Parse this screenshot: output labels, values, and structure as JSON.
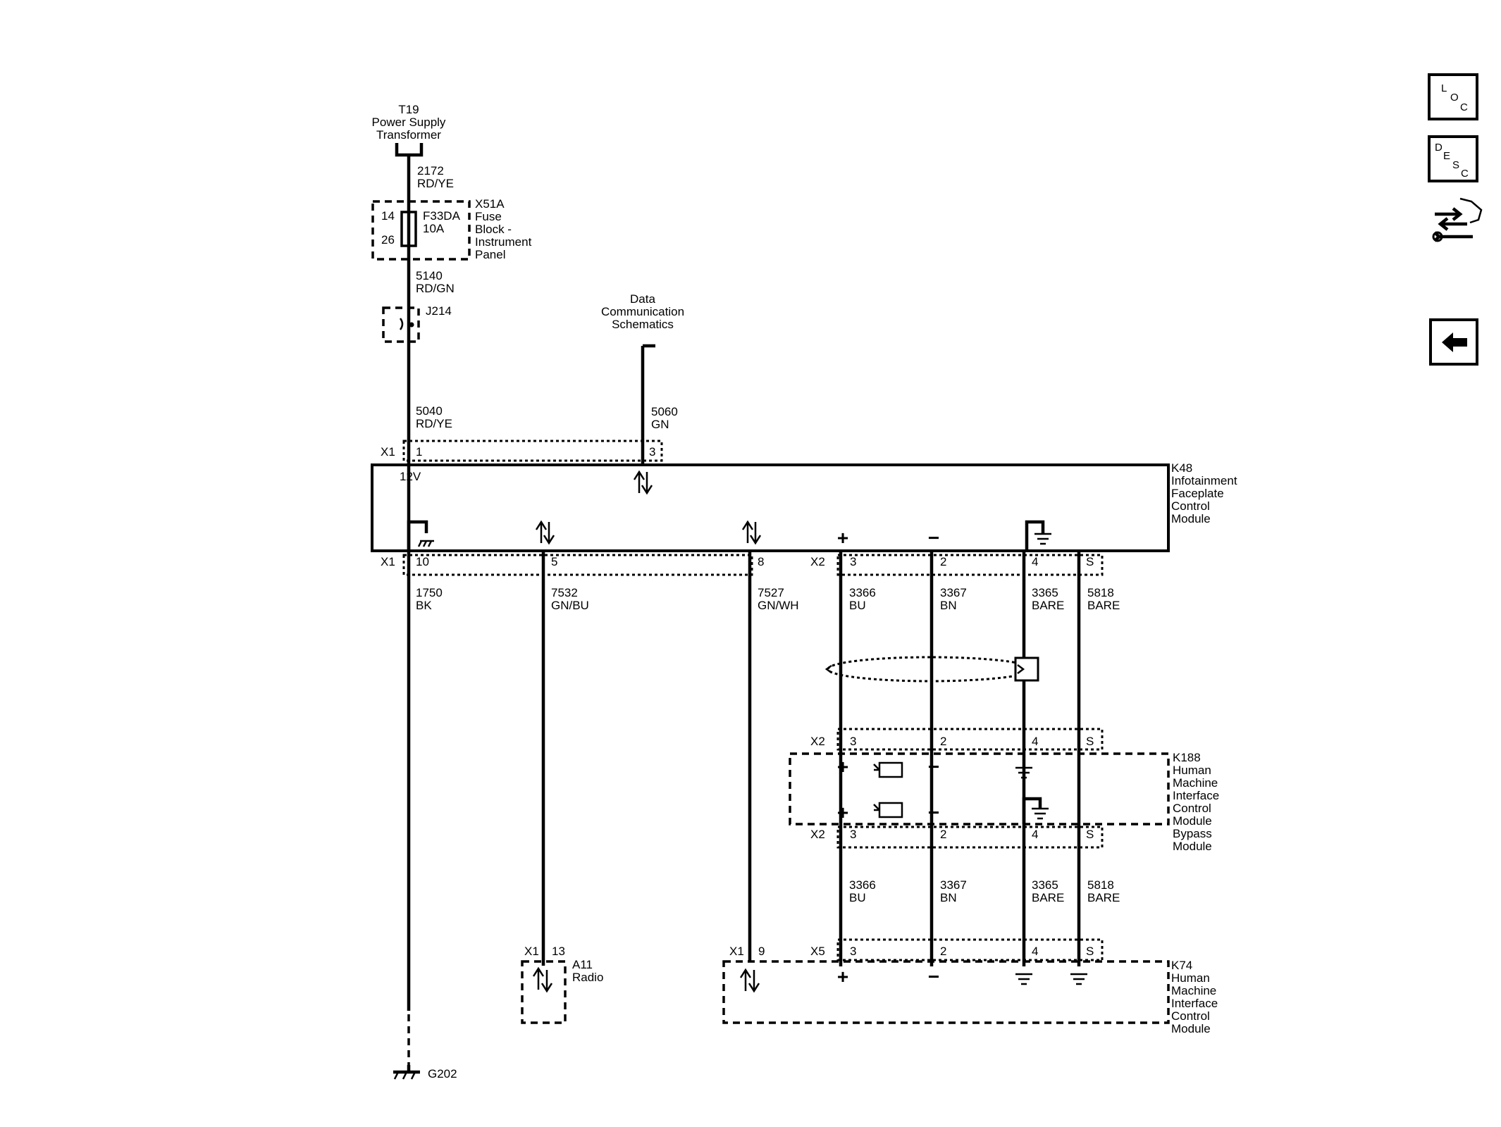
{
  "top_source": {
    "title_lines": [
      "T19",
      "Power Supply",
      "Transformer"
    ]
  },
  "top_wire": {
    "circuit": "2172",
    "color": "RD/YE"
  },
  "fuse_block": {
    "pin_in": "14",
    "pin_out": "26",
    "fuse": "F33DA",
    "rating": "10A",
    "name_lines": [
      "X51A",
      "Fuse",
      "Block -",
      "Instrument",
      "Panel"
    ]
  },
  "wire_5140": {
    "circuit": "5140",
    "color": "RD/GN"
  },
  "splice": {
    "label": "J214"
  },
  "wire_5040": {
    "circuit": "5040",
    "color": "RD/YE"
  },
  "data_ref": {
    "lines": [
      "Data",
      "Communication",
      "Schematics"
    ]
  },
  "wire_5060": {
    "circuit": "5060",
    "color": "GN"
  },
  "k48": {
    "top_connector": "X1",
    "top_pins": [
      "1",
      "3"
    ],
    "voltage": "12V",
    "bottom_connector_a": "X1",
    "bottom_pins_a": [
      "10",
      "5",
      "8"
    ],
    "bottom_connector_b": "X2",
    "bottom_pins_b": [
      "3",
      "2",
      "4",
      "S"
    ],
    "plus": "+",
    "minus": "−",
    "name_lines": [
      "K48",
      "Infotainment",
      "Faceplate",
      "Control",
      "Module"
    ]
  },
  "wires_mid": [
    {
      "circuit": "1750",
      "color": "BK"
    },
    {
      "circuit": "7532",
      "color": "GN/BU"
    },
    {
      "circuit": "7527",
      "color": "GN/WH"
    },
    {
      "circuit": "3366",
      "color": "BU"
    },
    {
      "circuit": "3367",
      "color": "BN"
    },
    {
      "circuit": "3365",
      "color": "BARE"
    },
    {
      "circuit": "5818",
      "color": "BARE"
    }
  ],
  "k188": {
    "connector_top": "X2",
    "pins_top": [
      "3",
      "2",
      "4",
      "S"
    ],
    "connector_bottom": "X2",
    "pins_bottom": [
      "3",
      "2",
      "4",
      "S"
    ],
    "plus": "+",
    "minus": "−",
    "name_lines": [
      "K188",
      "Human",
      "Machine",
      "Interface",
      "Control",
      "Module",
      "Bypass",
      "Module"
    ]
  },
  "wires_low": [
    {
      "circuit": "3366",
      "color": "BU"
    },
    {
      "circuit": "3367",
      "color": "BN"
    },
    {
      "circuit": "3365",
      "color": "BARE"
    },
    {
      "circuit": "5818",
      "color": "BARE"
    }
  ],
  "a11": {
    "connector": "X1",
    "pin": "13",
    "name_lines": [
      "A11",
      "Radio"
    ]
  },
  "k74": {
    "connector_a": "X1",
    "pin_a": "9",
    "connector_b": "X5",
    "pins_b": [
      "3",
      "2",
      "4",
      "S"
    ],
    "plus": "+",
    "minus": "−",
    "name_lines": [
      "K74",
      "Human",
      "Machine",
      "Interface",
      "Control",
      "Module"
    ]
  },
  "ground": {
    "label": "G202"
  },
  "nav": {
    "loc": [
      "L",
      "O",
      "C"
    ],
    "desc": [
      "D",
      "E",
      "S",
      "C"
    ]
  }
}
